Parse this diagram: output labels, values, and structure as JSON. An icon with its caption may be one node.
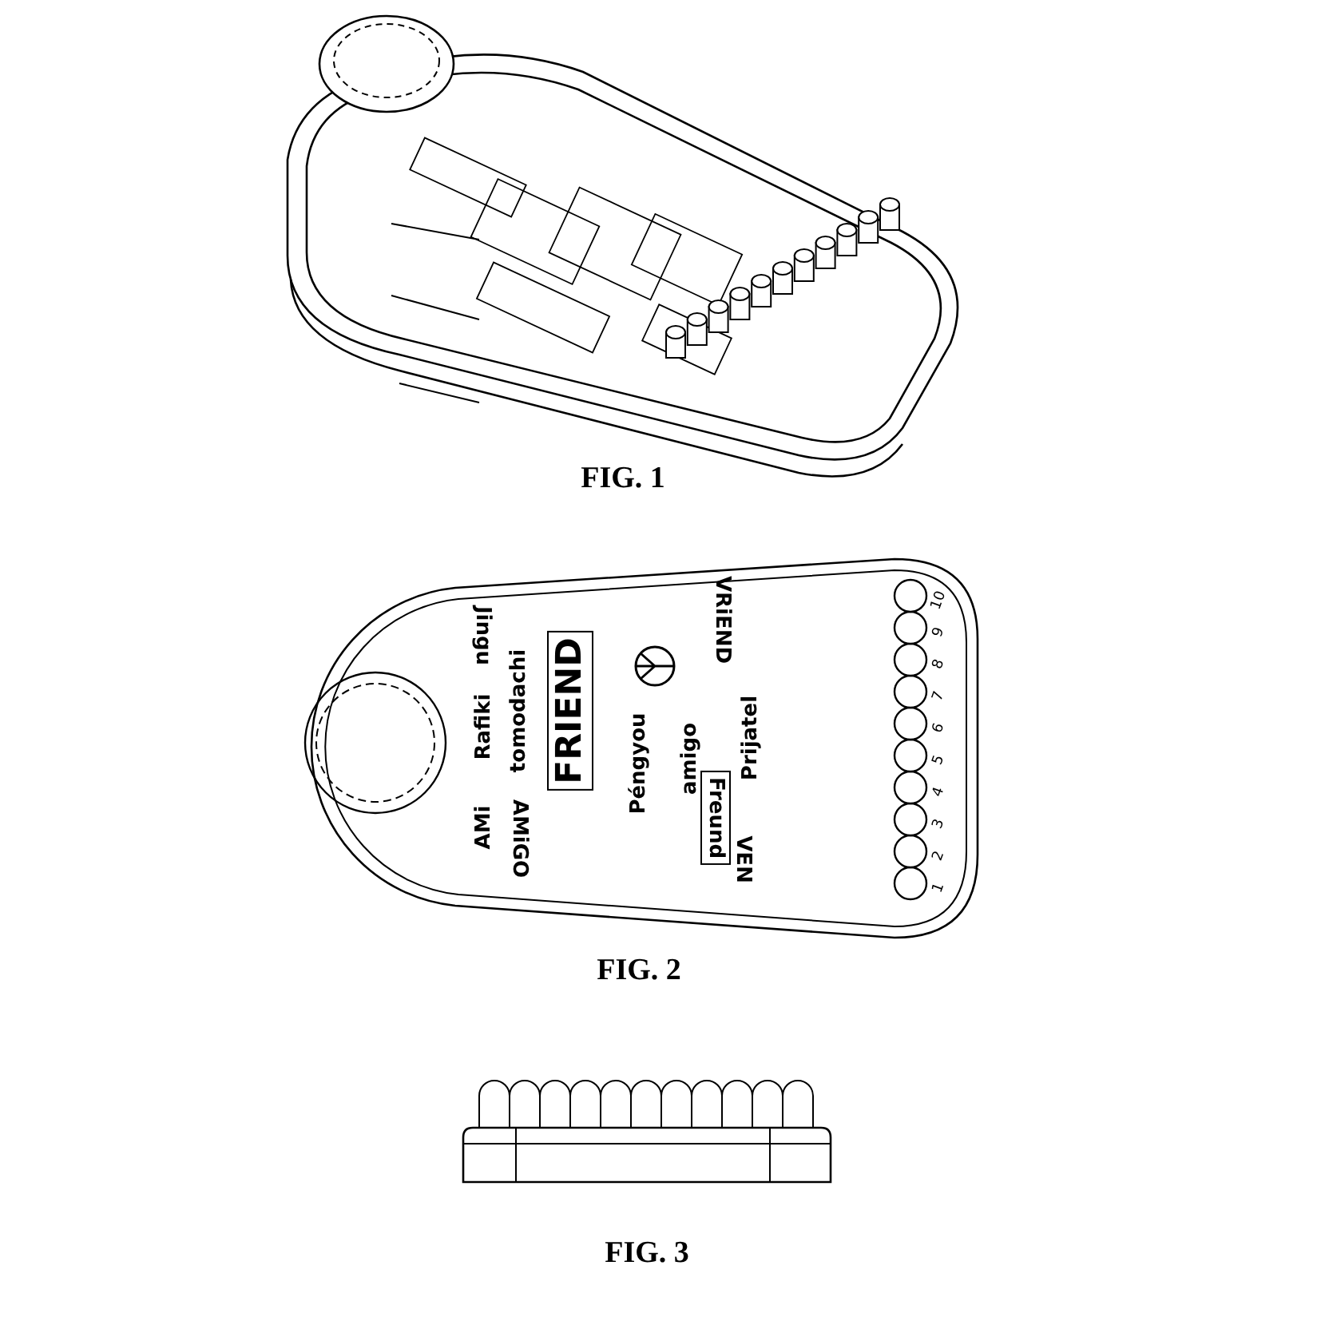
{
  "diagram": {
    "labels": [
      "FIG. 1",
      "AMi",
      "Rafiki",
      "Jingu",
      "AMiGO",
      "tomodachi",
      "FRIEND",
      "Péngyou",
      "VRiEND",
      "amigo",
      "VEN",
      "Freund",
      "Prijatel",
      "1",
      "2",
      "3",
      "4",
      "5",
      "6",
      "7",
      "8",
      "9",
      "10",
      "FIG. 2",
      "FIG. 3"
    ]
  }
}
